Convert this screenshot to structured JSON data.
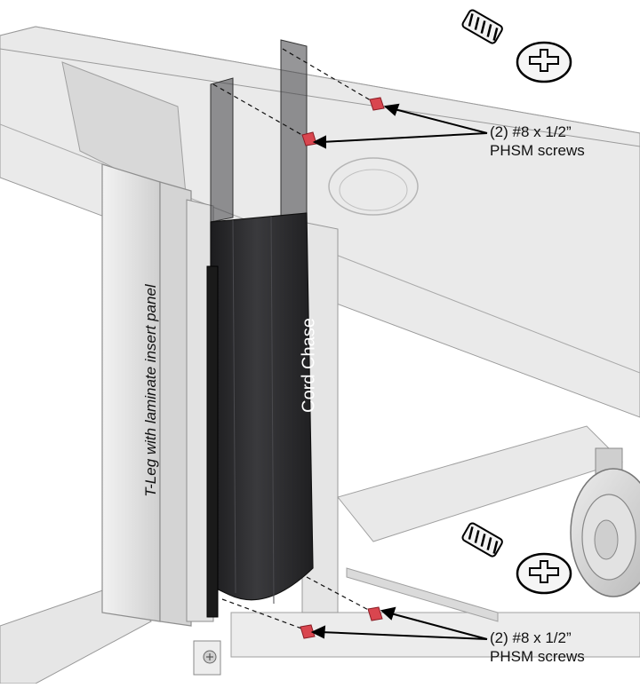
{
  "labels": {
    "top_screws_line1": "(2) #8 x 1/2”",
    "top_screws_line2": "PHSM screws",
    "bottom_screws_line1": "(2) #8 x 1/2”",
    "bottom_screws_line2": "PHSM screws",
    "cord_chase": "Cord Chase",
    "tleg": "T-Leg with laminate insert panel"
  },
  "colors": {
    "cord_chase": "#2b2b2d",
    "screw": "#d9464f",
    "frame": "#e4e4e4",
    "desk_glass": "#dcdcdc"
  },
  "icons": [
    "screw-icon",
    "phillips-head-icon"
  ]
}
